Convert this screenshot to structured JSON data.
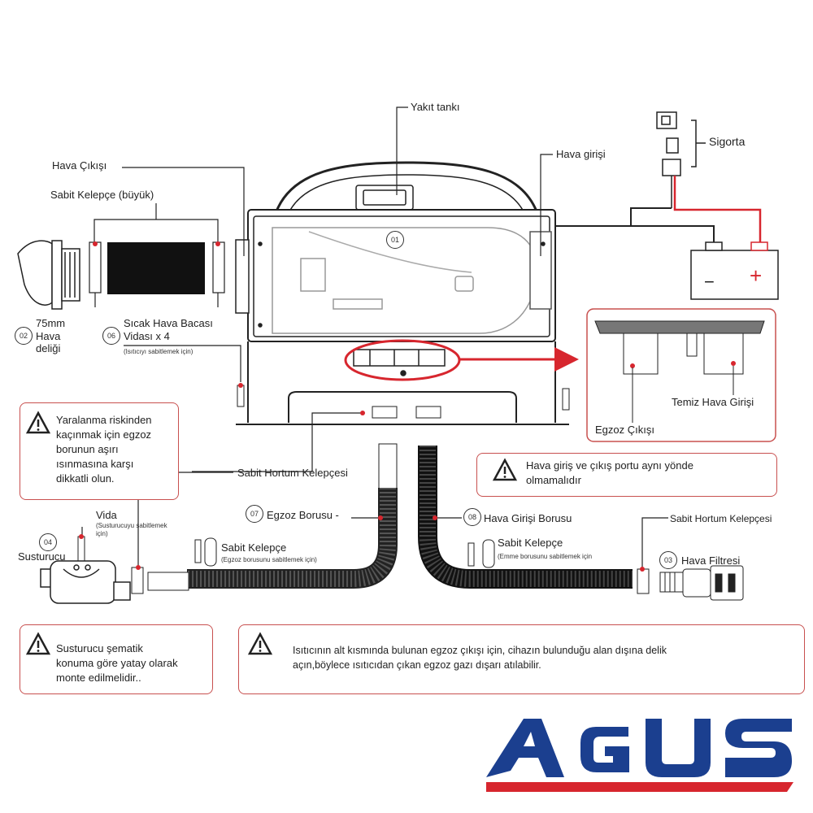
{
  "labels": {
    "yakit_tanki": "Yakıt tankı",
    "hava_girisi": "Hava girişi",
    "sigorta": "Sigorta",
    "hava_cikisi": "Hava Çıkışı",
    "sabit_kelepce_buyuk": "Sabit Kelepçe (büyük)",
    "hava_deligi_line1": "75mm",
    "hava_deligi_line2": "Hava",
    "hava_deligi_line3": "deliği",
    "sicak_hava_line1": "Sıcak Hava Bacası",
    "sicak_hava_line2": "Vidası x 4",
    "sicak_hava_note": "(Isıtıcıyı sabitlemek için)",
    "temiz_hava_girisi": "Temiz Hava Girişi",
    "egzoz_cikisi": "Egzoz Çıkışı",
    "sabit_hortum_kelepcesi_left": "Sabit Hortum Kelepçesi",
    "egzoz_borusu": "Egzoz Borusu -",
    "hava_girisi_borusu": "Hava Girişi Borusu",
    "sabit_hortum_kelepcesi_right": "Sabit Hortum Kelepçesi",
    "vida": "Vida",
    "vida_note_1": "(Susturucuyu sabitlemek",
    "vida_note_2": "için)",
    "susturucu": "Susturucu",
    "sabit_kelepce_1": "Sabit Kelepçe",
    "sabit_kelepce_1_note": "(Egzoz borusunu sabitlemek için)",
    "sabit_kelepce_2": "Sabit Kelepçe",
    "sabit_kelepce_2_note": "(Emme borusunu sabitlemek için",
    "hava_filtresi": "Hava Filtresi",
    "battery_minus": "−",
    "battery_plus": "+"
  },
  "numbers": {
    "n01": "01",
    "n02": "02",
    "n03": "03",
    "n04": "04",
    "n06": "06",
    "n07": "07",
    "n08": "08"
  },
  "warnings": {
    "w1_line1": "Yaralanma riskinden",
    "w1_line2": "kaçınmak için egzoz",
    "w1_line3": "borunun aşırı",
    "w1_line4": "ısınmasına karşı",
    "w1_line5": "dikkatli olun.",
    "w2_line1": "Hava giriş ve çıkış portu aynı yönde",
    "w2_line2": "olmamalıdır",
    "w3_line1": "Susturucu şematik",
    "w3_line2": "konuma göre yatay olarak",
    "w3_line3": "monte edilmelidir..",
    "w4_line1": "Isıtıcının alt kısmında bulunan egzoz çıkışı için, cihazın bulunduğu alan dışına delik",
    "w4_line2": "açın,böylece ısıtıcıdan çıkan egzoz gazı dışarı atılabilir."
  },
  "logo": {
    "text": "AGUS",
    "color": "#1b3f8f",
    "accent": "#d7262e"
  },
  "colors": {
    "warning_border": "#c8504f",
    "red_wire": "#d7262e",
    "line": "#222222"
  }
}
